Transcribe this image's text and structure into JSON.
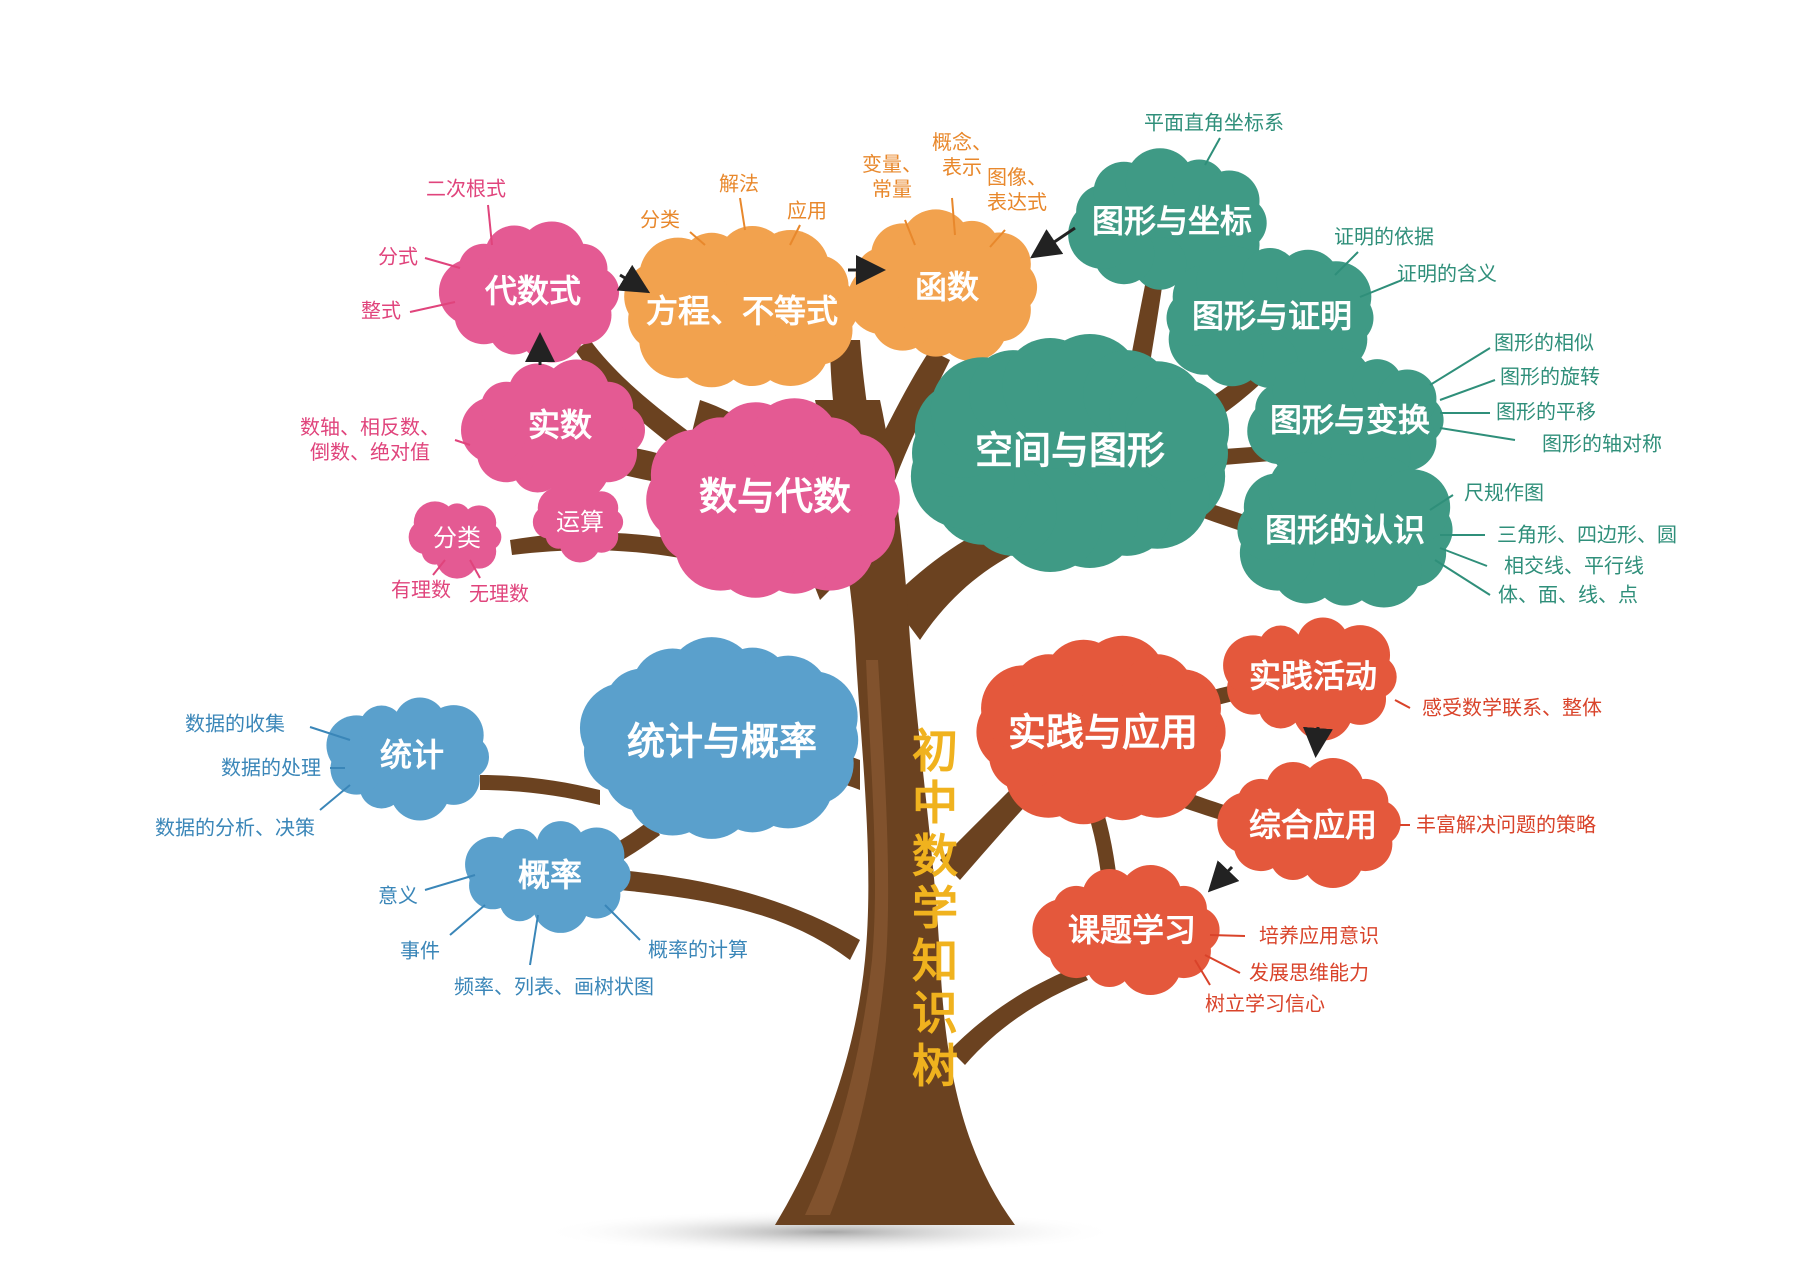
{
  "title": "初中数学知识树",
  "colors": {
    "trunk": "#6b4220",
    "trunk_highlight": "#8a5a33",
    "pink": "#e45a93",
    "orange": "#f2a24e",
    "teal": "#3f9a85",
    "blue": "#5aa0cc",
    "red": "#e4583c",
    "title_gold": "#f0b21e"
  },
  "branches": {
    "algebra": {
      "label": "数与代数",
      "real": "实数",
      "real_leaf": "数轴、相反数、\n倒数、绝对值",
      "classify": "分类",
      "rational": "有理数",
      "irrational": "无理数",
      "operation": "运算",
      "expr": "代数式",
      "expr_leaves": [
        "二次根式",
        "分式",
        "整式"
      ],
      "equation": "方程、不等式",
      "equation_leaves": [
        "分类",
        "解法",
        "应用"
      ],
      "function": "函数",
      "function_leaves": [
        "变量、\n常量",
        "概念、\n表示",
        "图像、\n表达式"
      ]
    },
    "geometry": {
      "label": "空间与图形",
      "coord": "图形与坐标",
      "coord_leaf": "平面直角坐标系",
      "proof": "图形与证明",
      "proof_leaves": [
        "证明的依据",
        "证明的含义"
      ],
      "transform": "图形与变换",
      "transform_leaves": [
        "图形的相似",
        "图形的旋转",
        "图形的平移",
        "图形的轴对称"
      ],
      "recognize": "图形的认识",
      "recognize_leaves": [
        "尺规作图",
        "三角形、四边形、圆",
        "相交线、平行线",
        "体、面、线、点"
      ]
    },
    "statistics": {
      "label": "统计与概率",
      "stat": "统计",
      "stat_leaves": [
        "数据的收集",
        "数据的处理",
        "数据的分析、决策"
      ],
      "prob": "概率",
      "prob_leaves": [
        "意义",
        "事件",
        "频率、列表、画树状图",
        "概率的计算"
      ]
    },
    "practice": {
      "label": "实践与应用",
      "activity": "实践活动",
      "activity_leaf": "感受数学联系、整体",
      "comprehensive": "综合应用",
      "comprehensive_leaf": "丰富解决问题的策略",
      "project": "课题学习",
      "project_leaves": [
        "培养应用意识",
        "发展思维能力",
        "树立学习信心"
      ]
    }
  }
}
